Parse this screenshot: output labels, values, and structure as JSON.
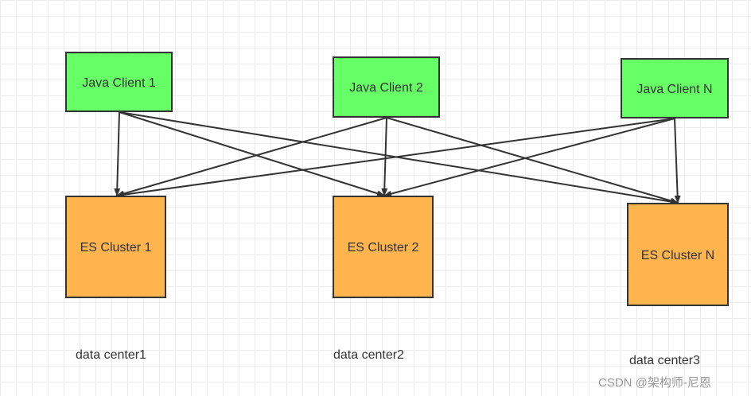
{
  "diagram": {
    "clients": [
      {
        "label": "Java Client 1"
      },
      {
        "label": "Java Client 2"
      },
      {
        "label": "Java Client N"
      }
    ],
    "clusters": [
      {
        "label": "ES Cluster 1"
      },
      {
        "label": "ES Cluster 2"
      },
      {
        "label": "ES Cluster N"
      }
    ],
    "data_centers": [
      {
        "label": "data center1"
      },
      {
        "label": "data center2"
      },
      {
        "label": "data center3"
      }
    ],
    "connections": "each client connects to every cluster"
  },
  "watermark": {
    "text": "CSDN @架构师-尼恩"
  },
  "colors": {
    "client_fill": "#66ff66",
    "cluster_fill": "#ffb44d",
    "stroke": "#333333"
  },
  "edge_pairs": [
    [
      0,
      0
    ],
    [
      0,
      1
    ],
    [
      0,
      2
    ],
    [
      1,
      0
    ],
    [
      1,
      1
    ],
    [
      1,
      2
    ],
    [
      2,
      0
    ],
    [
      2,
      1
    ],
    [
      2,
      2
    ]
  ]
}
